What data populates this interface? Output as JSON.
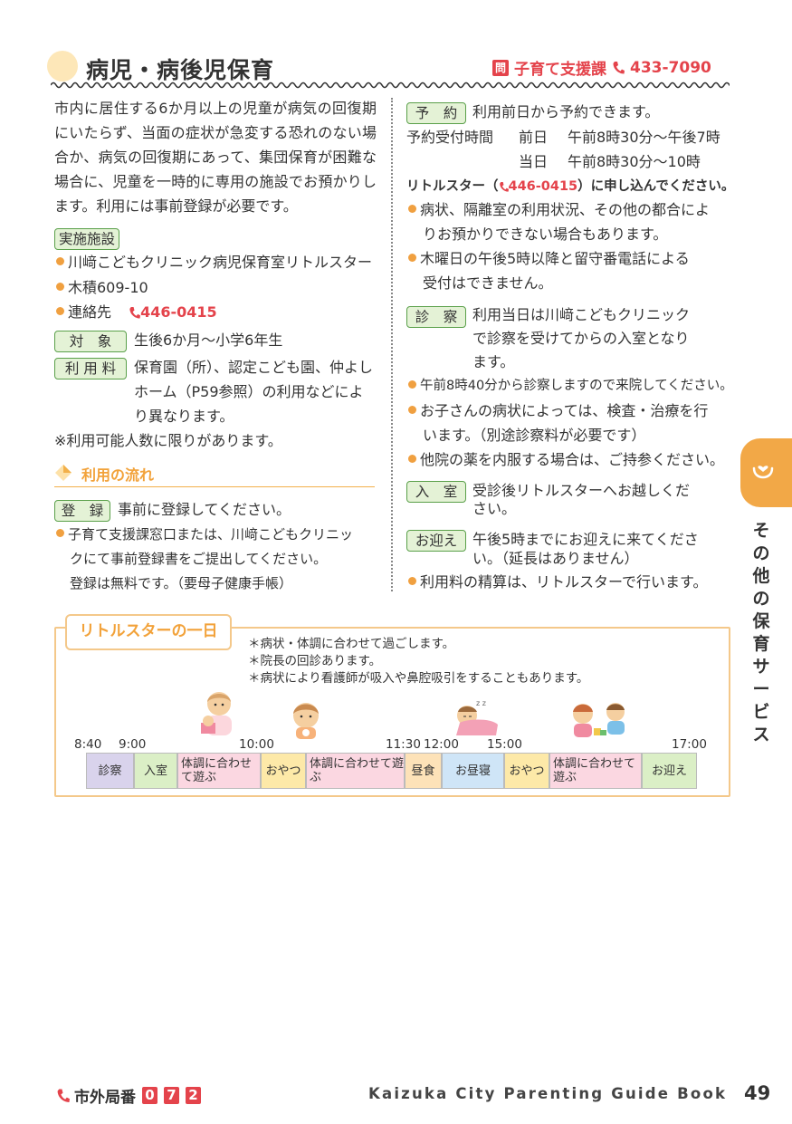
{
  "header": {
    "title": "病児・病後児保育",
    "contact_icon": "問",
    "contact_dept": "子育て支援課",
    "contact_phone": "433-7090"
  },
  "intro": "市内に居住する6か月以上の児童が病気の回復期にいたらず、当面の症状が急変する恐れのない場合か、病気の回復期にあって、集団保育が困難な場合に、児童を一時的に専用の施設でお預かりします。利用には事前登録が必要です。",
  "facility": {
    "tag": "実施施設",
    "items": [
      "川﨑こどもクリニック病児保育室リトルスター",
      "木積609-10"
    ],
    "contact_label": "連絡先",
    "contact_phone": "446-0415"
  },
  "target": {
    "tag": "対　象",
    "text": "生後6か月～小学6年生"
  },
  "fee": {
    "tag": "利 用 料",
    "lines": [
      "保育園（所）、認定こども園、仲よし",
      "ホーム（P59参照）の利用などによ",
      "り異なります。"
    ]
  },
  "capacity_note": "※利用可能人数に限りがあります。",
  "flow_title": "利用の流れ",
  "register": {
    "tag": "登　録",
    "text": "事前に登録してください。",
    "bullet_lines": [
      "子育て支援課窓口または、川﨑こどもクリニッ",
      "クにて事前登録書をご提出してください。",
      "登録は無料です。（要母子健康手帳）"
    ]
  },
  "reserve": {
    "tag": "予　約",
    "text": "利用前日から予約できます。",
    "hours_label": "予約受付時間",
    "day1": "前日",
    "hours1": "午前8時30分～午後7時",
    "day2": "当日",
    "hours2": "午前8時30分～10時",
    "apply_pre": "リトルスター（",
    "apply_phone": "446-0415",
    "apply_post": "）に申し込んでください。",
    "bullets": [
      [
        "病状、隔離室の利用状況、その他の都合によ",
        "りお預かりできない場合もあります。"
      ],
      [
        "木曜日の午後5時以降と留守番電話による",
        "受付はできません。"
      ]
    ]
  },
  "exam": {
    "tag": "診　察",
    "lines": [
      "利用当日は川﨑こどもクリニック",
      "で診察を受けてからの入室となり",
      "ます。"
    ],
    "bullets": [
      [
        "午前8時40分から診察しますので来院してください。"
      ],
      [
        "お子さんの病状によっては、検査・治療を行",
        "います。（別途診察料が必要です）"
      ],
      [
        "他院の薬を内服する場合は、ご持参ください。"
      ]
    ]
  },
  "enter": {
    "tag": "入　室",
    "lines": [
      "受診後リトルスターへお越しくだ",
      "さい。"
    ]
  },
  "pickup": {
    "tag": "お迎え",
    "lines": [
      "午後5時までにお迎えに来てくださ",
      "い。（延長はありません）"
    ],
    "bullet": "利用料の精算は、リトルスターで行います。"
  },
  "side_tab": {
    "text": "その他の保育サービス",
    "icon": "heart-hands-icon",
    "color": "#f2a847"
  },
  "schedule": {
    "title": "リトルスターの一日",
    "notes": [
      "＊病状・体調に合わせて過ごします。",
      "＊院長の回診あります。",
      "＊病状により看護師が吸入や鼻腔吸引をすることもあります。"
    ],
    "times": [
      "8:40",
      "9:00",
      "10:00",
      "11:30",
      "12:00",
      "15:00",
      "17:00"
    ],
    "blocks": [
      {
        "label": "診察",
        "color": "#d9d3ec"
      },
      {
        "label": "入室",
        "color": "#dbefc6"
      },
      {
        "label": "体調に合わせて遊ぶ",
        "color": "#fbd7e1"
      },
      {
        "label": "おやつ",
        "color": "#fde9a8"
      },
      {
        "label": "体調に合わせて遊ぶ",
        "color": "#fbd7e1"
      },
      {
        "label": "昼食",
        "color": "#fde2b8"
      },
      {
        "label": "お昼寝",
        "color": "#cfe5f7"
      },
      {
        "label": "おやつ",
        "color": "#fde9a8"
      },
      {
        "label": "体調に合わせて遊ぶ",
        "color": "#fbd7e1"
      },
      {
        "label": "お迎え",
        "color": "#dbefc6"
      }
    ]
  },
  "footer": {
    "area_code_label": "市外局番",
    "digits": [
      "0",
      "7",
      "2"
    ],
    "book_title": "Kaizuka City Parenting Guide Book",
    "page": "49"
  }
}
